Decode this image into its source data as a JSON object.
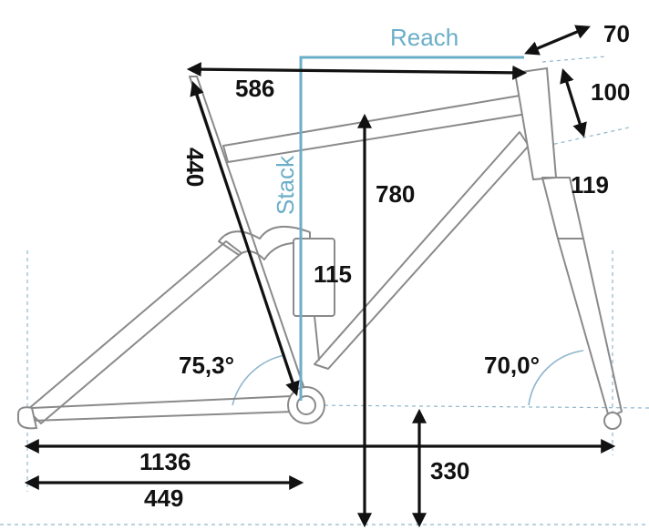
{
  "dimensions": {
    "top_tube": "586",
    "seat_tube": "440",
    "stack_height": "780",
    "shock_length": "115",
    "head_tube": "119",
    "stem_length": "70",
    "spacer_height": "100",
    "seat_angle": "75,3°",
    "head_angle": "70,0°",
    "wheelbase": "1136",
    "chainstay": "449",
    "bb_height": "330"
  },
  "labels": {
    "reach": "Reach",
    "stack": "Stack"
  },
  "colors": {
    "frame": "#8a8a8a",
    "reach_stack": "#6aaec8",
    "guides": "#8fb6cc",
    "dimension": "#111111"
  }
}
